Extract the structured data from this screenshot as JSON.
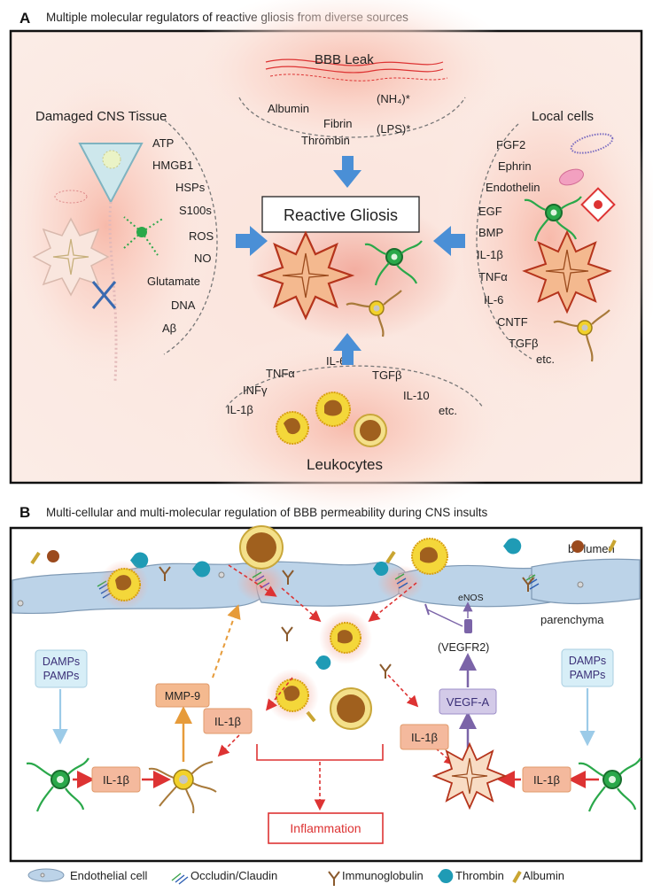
{
  "panelA": {
    "letter": "A",
    "title": "Multiple molecular regulators of reactive gliosis from diverse sources",
    "center_label": "Reactive Gliosis",
    "bbb": {
      "title": "BBB Leak",
      "items": [
        "Albumin",
        "Fibrin",
        "Thrombin",
        "(NH₄)*",
        "(LPS)*"
      ]
    },
    "damaged": {
      "title": "Damaged CNS Tissue",
      "items": [
        "ATP",
        "HMGB1",
        "HSPs",
        "S100s",
        "ROS",
        "NO",
        "Glutamate",
        "DNA",
        "Aβ"
      ]
    },
    "local": {
      "title": "Local cells",
      "items": [
        "FGF2",
        "Ephrin",
        "Endothelin",
        "EGF",
        "BMP",
        "IL-1β",
        "TNFα",
        "IL-6",
        "CNTF",
        "TGFβ",
        "etc."
      ]
    },
    "leuko": {
      "title": "Leukocytes",
      "items": [
        "IL-1β",
        "INFγ",
        "TNFα",
        "IL-6",
        "TGFβ",
        "IL-10",
        "etc."
      ]
    }
  },
  "panelB": {
    "letter": "B",
    "title": "Multi-cellular and multi-molecular regulation of BBB permeability during CNS insults",
    "lumen": "bv lumen",
    "parenchyma": "parenchyma",
    "enos": "eNOS",
    "vegfr2": "(VEGFR2)",
    "vegfa": "VEGF-A",
    "mmp9": "MMP-9",
    "il1b": "IL-1β",
    "damps_left": [
      "DAMPs",
      "PAMPs"
    ],
    "damps_right": [
      "DAMPs",
      "PAMPs"
    ],
    "inflammation": "Inflammation"
  },
  "legend": {
    "items": [
      "Endothelial cell",
      "Occludin/Claudin",
      "Immunoglobulin",
      "Thrombin",
      "Albumin"
    ]
  },
  "colors": {
    "arrow_blue": "#4a8fd6",
    "red": "#dd3333",
    "orange": "#e69b3a",
    "purple": "#7b64a8",
    "endothelium": "#bcd3e8",
    "microglia_green": "#2aa84a"
  }
}
